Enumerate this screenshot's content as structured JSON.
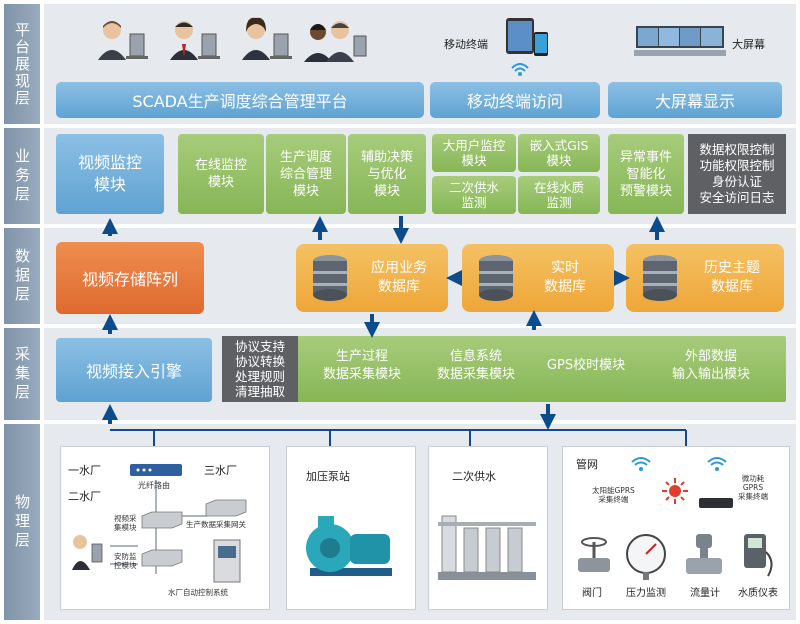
{
  "layers": {
    "platform": "平台展现层",
    "business": "业务层",
    "data": "数据层",
    "collect": "采集层",
    "physical": "物理层"
  },
  "platform": {
    "mobile_label": "移动终端",
    "bigscreen_label": "大屏幕",
    "scada": "SCADA生产调度综合管理平台",
    "mobile_access": "移动终端访问",
    "bigscreen_display": "大屏幕显示"
  },
  "business": {
    "video_monitor": "视频监控\n模块",
    "online_monitor": "在线监控\n模块",
    "dispatch": "生产调度\n综合管理\n模块",
    "decision": "辅助决策\n与优化\n模块",
    "big_user": "大用户监控\n模块",
    "gis": "嵌入式GIS\n模块",
    "secondary": "二次供水\n监测",
    "water_quality": "在线水质\n监测",
    "alarm": "异常事件\n智能化\n预警模块",
    "security": "数据权限控制\n功能权限控制\n身份认证\n安全访问日志"
  },
  "data": {
    "video_storage": "视频存储阵列",
    "app_db": "应用业务\n数据库",
    "realtime_db": "实时\n数据库",
    "history_db": "历史主题\n数据库"
  },
  "collect": {
    "video_engine": "视频接入引擎",
    "protocol": "协议支持\n协议转换\n处理规则\n清理抽取",
    "production": "生产过程\n数据采集模块",
    "info": "信息系统\n数据采集模块",
    "gps": "GPS校时模块",
    "external": "外部数据\n输入输出模块"
  },
  "physical": {
    "plant1": "一水厂",
    "plant2": "二水厂",
    "plant3": "三水厂",
    "router": "光纤路由",
    "video_collect": "视频采\n集模块",
    "gateway": "生产数据采集网关",
    "security_monitor": "安防监\n控模块",
    "plant_auto": "水厂自动控制系统",
    "pump_station": "加压泵站",
    "secondary_supply": "二次供水",
    "pipe_network": "管网",
    "solar_gprs": "太阳能GPRS\n采集终端",
    "low_power": "微功耗\nGPRS\n采集终端",
    "valve": "阀门",
    "pressure": "压力监测",
    "flow": "流量计",
    "quality_meter": "水质仪表"
  },
  "colors": {
    "layer_label": "#8a9cb2",
    "blue_box": "#6eaad8",
    "green_box": "#93bf63",
    "orange_box": "#f2b04c",
    "dark_orange": "#e7773c",
    "gray_box": "#5e6063",
    "arrow": "#0d4c8c"
  }
}
